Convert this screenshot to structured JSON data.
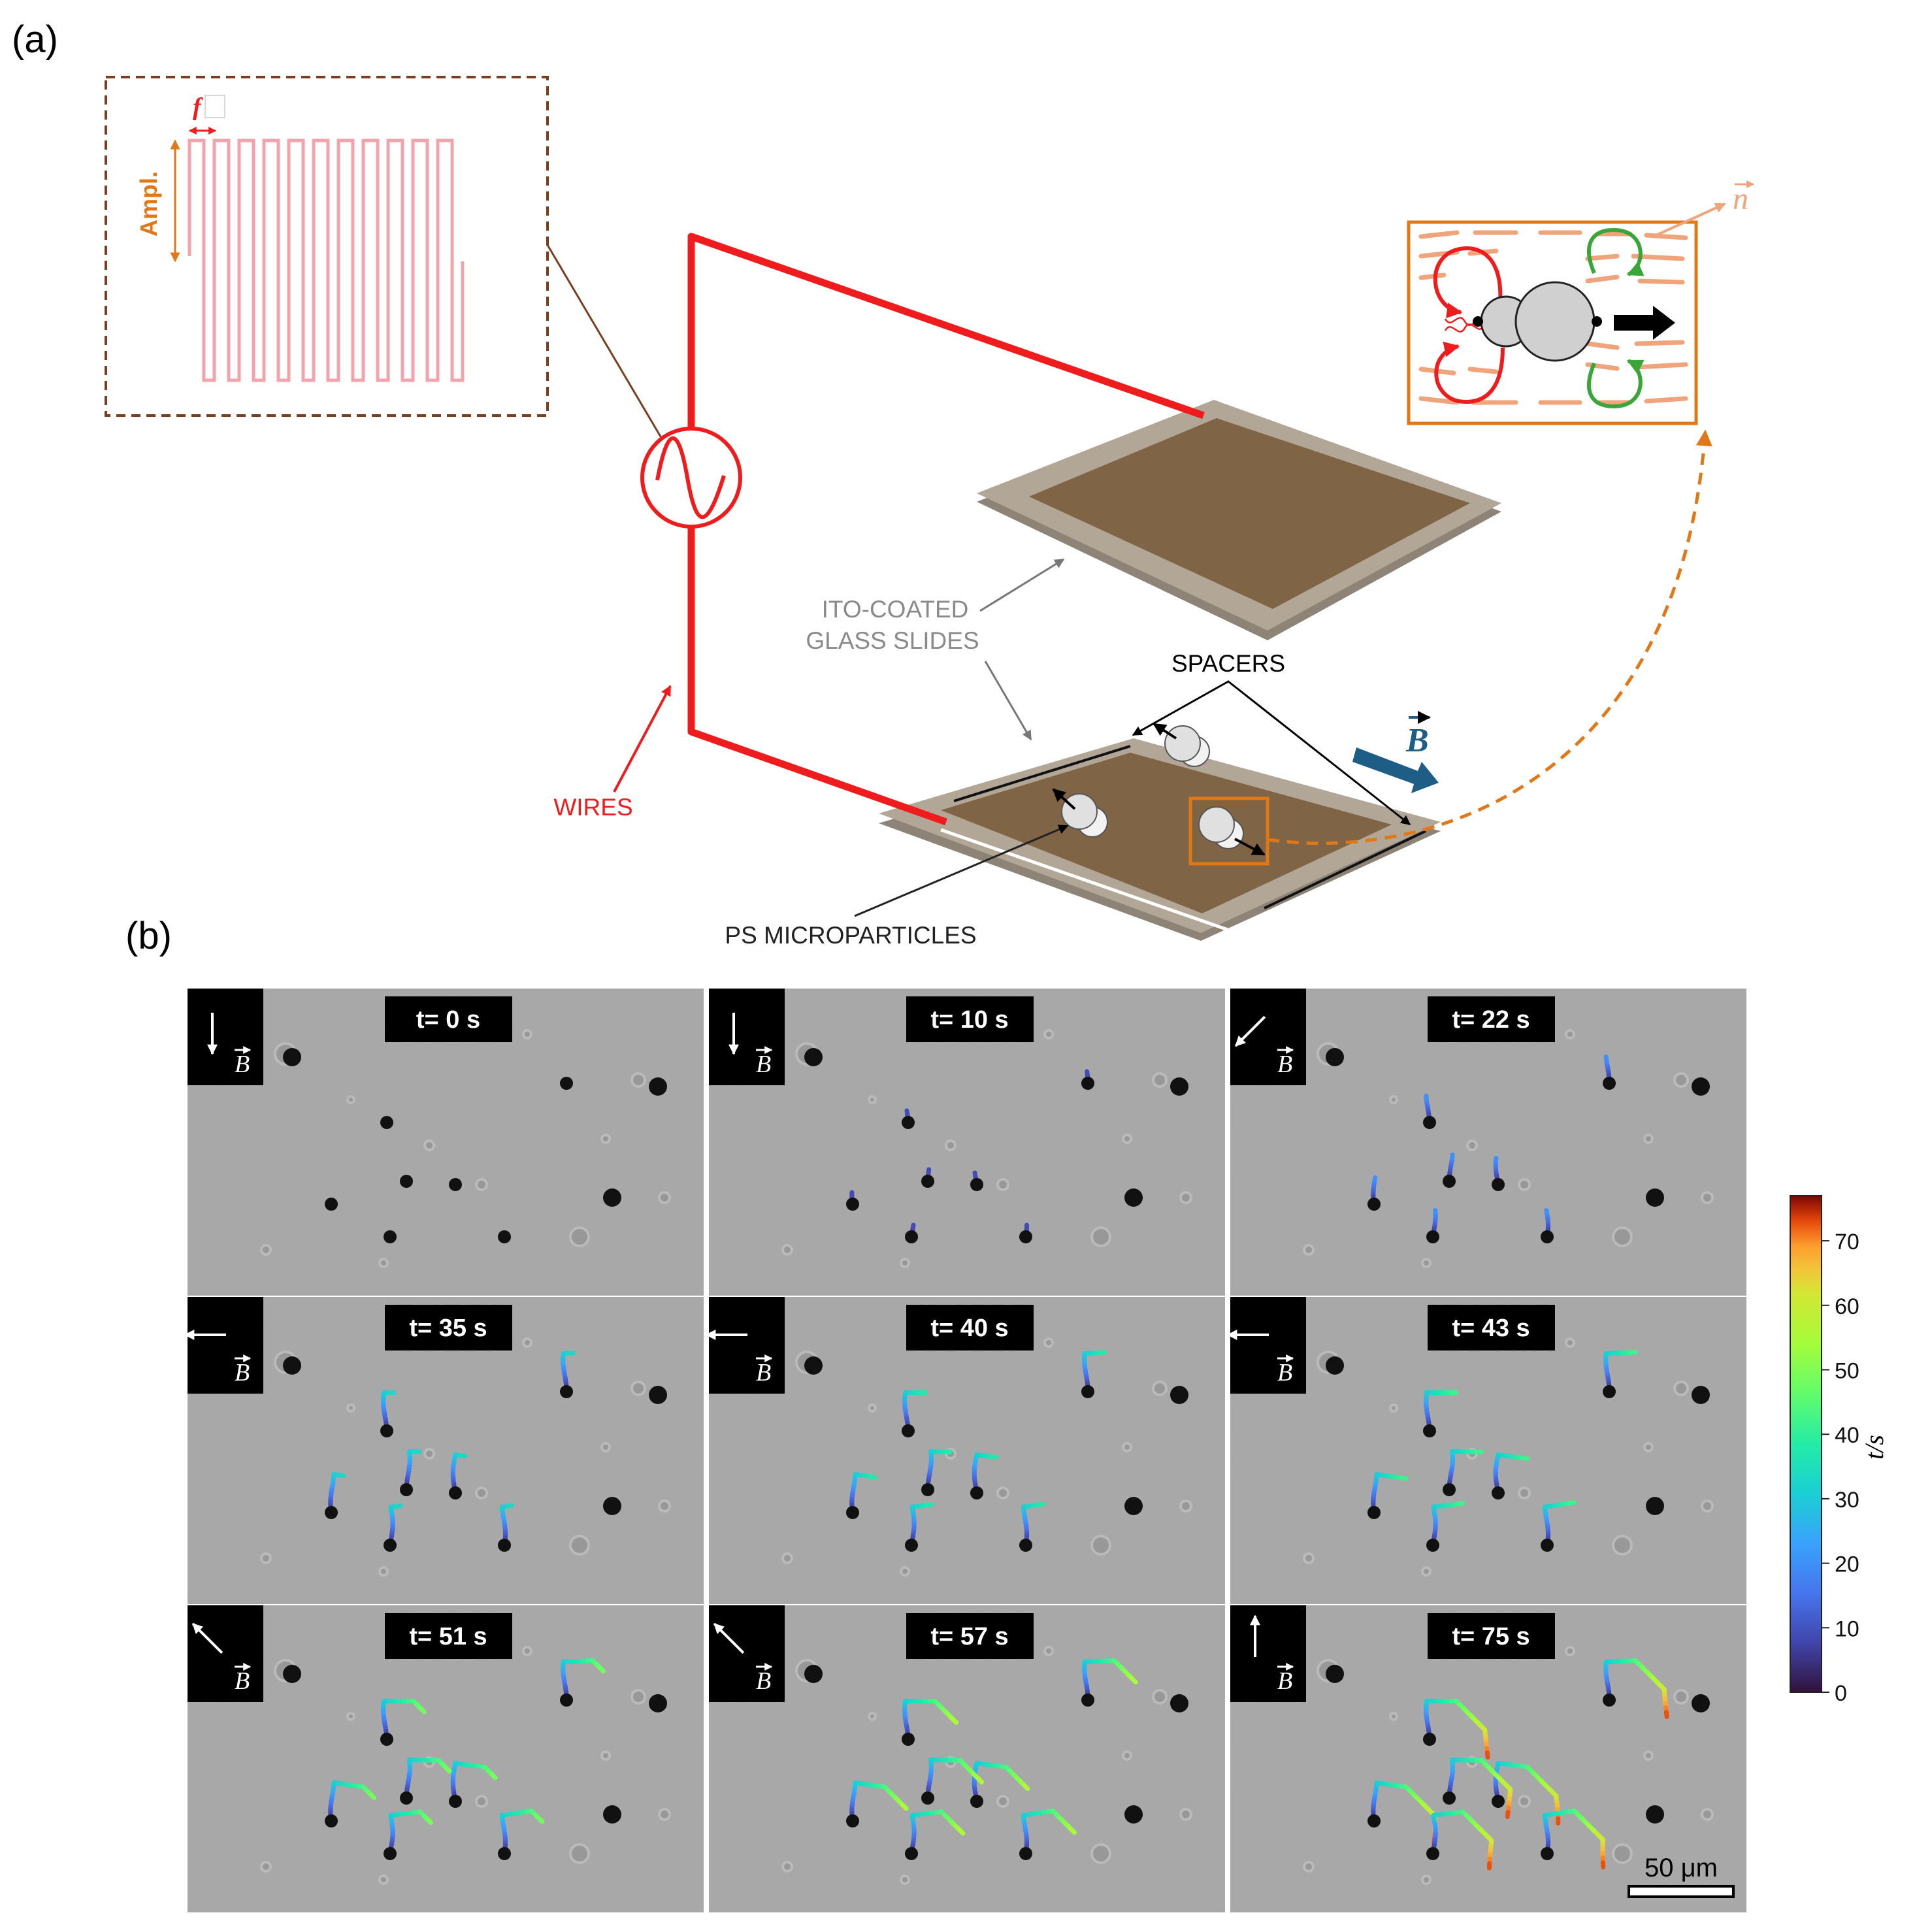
{
  "panel_a": {
    "label": "(a)",
    "signal": {
      "freq_label": "f",
      "amp_label": "Ampl."
    },
    "labels": {
      "ito_line1": "ITO-COATED",
      "ito_line2": "GLASS SLIDES",
      "spacers": "SPACERS",
      "wires": "WIRES",
      "ps": "PS MICROPARTICLES",
      "field_vec": "B",
      "director_vec": "n"
    },
    "colors": {
      "wire": "#ee1c1c",
      "ito_film": "#7f6445",
      "glass": "#b2a696",
      "inset_frame": "#e07818",
      "lc_director": "#f0a47c",
      "field_arrow": "#1e5d86",
      "square_wave": "#f2a3ab",
      "signal_box": "#7a3f20",
      "spacer_arrow": "#000000",
      "green_flow": "#3aa63a"
    }
  },
  "panel_b": {
    "label": "(b)",
    "time_label_prefix": "t= ",
    "time_unit": " s",
    "field_symbol": "B",
    "frames": [
      {
        "t": "0",
        "field_dir": "down"
      },
      {
        "t": "10",
        "field_dir": "down"
      },
      {
        "t": "22",
        "field_dir": "down-left"
      },
      {
        "t": "35",
        "field_dir": "left"
      },
      {
        "t": "40",
        "field_dir": "left"
      },
      {
        "t": "43",
        "field_dir": "left"
      },
      {
        "t": "51",
        "field_dir": "up-left"
      },
      {
        "t": "57",
        "field_dir": "up-left"
      },
      {
        "t": "75",
        "field_dir": "up"
      }
    ],
    "scale_bar": "50 μm",
    "colorbar": {
      "label": "t/s",
      "colormap": "turbo",
      "range": [
        0,
        77
      ],
      "ticks": [
        "0",
        "10",
        "20",
        "30",
        "40",
        "50",
        "60",
        "70"
      ]
    }
  }
}
